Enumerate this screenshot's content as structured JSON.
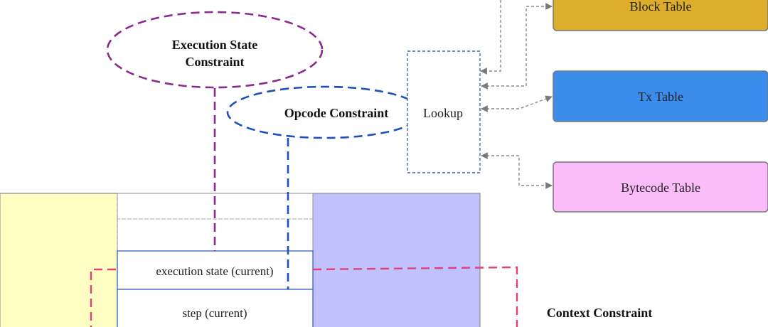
{
  "constraints": {
    "execution_state": [
      "Execution State",
      "Constraint"
    ],
    "opcode": "Opcode Constraint",
    "context": "Context Constraint"
  },
  "lookup": {
    "label": "Lookup"
  },
  "tables": {
    "block": {
      "label": "Block Table",
      "color": "#DDAE2B"
    },
    "tx": {
      "label": "Tx Table",
      "color": "#3C8CEB"
    },
    "bytecode": {
      "label": "Bytecode Table",
      "color": "#FBBDFA"
    }
  },
  "circuit": {
    "execution_state_current": "execution state (current)",
    "step_current": "step (current)",
    "left_panel_color": "#FFFFC4",
    "right_panel_color": "#C1C1FE"
  },
  "colors": {
    "execution_constraint": "#8B2A8E",
    "opcode_constraint": "#1E4FC0",
    "context_constraint": "#E0407E",
    "lookup_border": "#3A67C0",
    "arrow": "#8A8A8A"
  }
}
